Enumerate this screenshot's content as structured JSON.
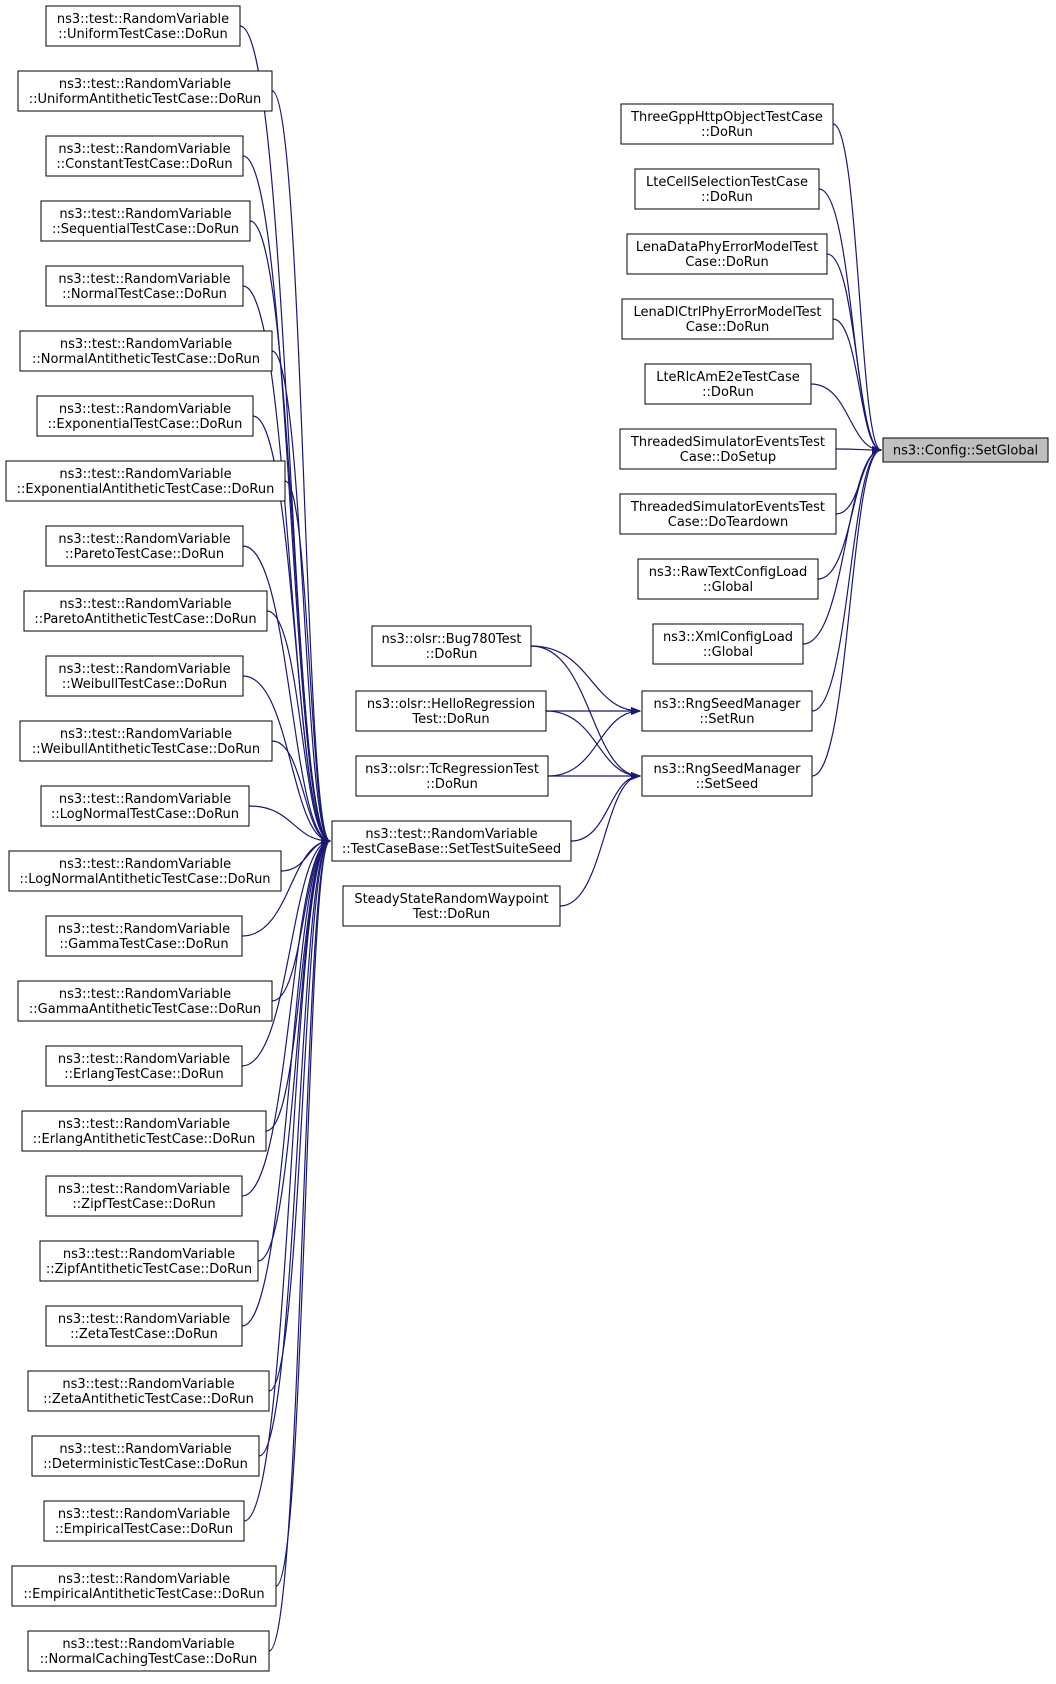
{
  "graph": {
    "colors": {
      "edge": "#191970",
      "node_border": "#000000",
      "root_fill": "#bfbfbf",
      "node_fill": "#ffffff"
    },
    "root": {
      "id": "setglobal",
      "lines": [
        "ns3::Config::SetGlobal"
      ]
    },
    "nodes": [
      {
        "id": "uniform",
        "lines": [
          "ns3::test::RandomVariable",
          "::UniformTestCase::DoRun"
        ]
      },
      {
        "id": "uniform_anti",
        "lines": [
          "ns3::test::RandomVariable",
          "::UniformAntitheticTestCase::DoRun"
        ]
      },
      {
        "id": "constant",
        "lines": [
          "ns3::test::RandomVariable",
          "::ConstantTestCase::DoRun"
        ]
      },
      {
        "id": "sequential",
        "lines": [
          "ns3::test::RandomVariable",
          "::SequentialTestCase::DoRun"
        ]
      },
      {
        "id": "normal",
        "lines": [
          "ns3::test::RandomVariable",
          "::NormalTestCase::DoRun"
        ]
      },
      {
        "id": "normal_anti",
        "lines": [
          "ns3::test::RandomVariable",
          "::NormalAntitheticTestCase::DoRun"
        ]
      },
      {
        "id": "exponential",
        "lines": [
          "ns3::test::RandomVariable",
          "::ExponentialTestCase::DoRun"
        ]
      },
      {
        "id": "exponential_anti",
        "lines": [
          "ns3::test::RandomVariable",
          "::ExponentialAntitheticTestCase::DoRun"
        ]
      },
      {
        "id": "pareto",
        "lines": [
          "ns3::test::RandomVariable",
          "::ParetoTestCase::DoRun"
        ]
      },
      {
        "id": "pareto_anti",
        "lines": [
          "ns3::test::RandomVariable",
          "::ParetoAntitheticTestCase::DoRun"
        ]
      },
      {
        "id": "weibull",
        "lines": [
          "ns3::test::RandomVariable",
          "::WeibullTestCase::DoRun"
        ]
      },
      {
        "id": "weibull_anti",
        "lines": [
          "ns3::test::RandomVariable",
          "::WeibullAntitheticTestCase::DoRun"
        ]
      },
      {
        "id": "lognormal",
        "lines": [
          "ns3::test::RandomVariable",
          "::LogNormalTestCase::DoRun"
        ]
      },
      {
        "id": "lognormal_anti",
        "lines": [
          "ns3::test::RandomVariable",
          "::LogNormalAntitheticTestCase::DoRun"
        ]
      },
      {
        "id": "gamma",
        "lines": [
          "ns3::test::RandomVariable",
          "::GammaTestCase::DoRun"
        ]
      },
      {
        "id": "gamma_anti",
        "lines": [
          "ns3::test::RandomVariable",
          "::GammaAntitheticTestCase::DoRun"
        ]
      },
      {
        "id": "erlang",
        "lines": [
          "ns3::test::RandomVariable",
          "::ErlangTestCase::DoRun"
        ]
      },
      {
        "id": "erlang_anti",
        "lines": [
          "ns3::test::RandomVariable",
          "::ErlangAntitheticTestCase::DoRun"
        ]
      },
      {
        "id": "zipf",
        "lines": [
          "ns3::test::RandomVariable",
          "::ZipfTestCase::DoRun"
        ]
      },
      {
        "id": "zipf_anti",
        "lines": [
          "ns3::test::RandomVariable",
          "::ZipfAntitheticTestCase::DoRun"
        ]
      },
      {
        "id": "zeta",
        "lines": [
          "ns3::test::RandomVariable",
          "::ZetaTestCase::DoRun"
        ]
      },
      {
        "id": "zeta_anti",
        "lines": [
          "ns3::test::RandomVariable",
          "::ZetaAntitheticTestCase::DoRun"
        ]
      },
      {
        "id": "deterministic",
        "lines": [
          "ns3::test::RandomVariable",
          "::DeterministicTestCase::DoRun"
        ]
      },
      {
        "id": "empirical",
        "lines": [
          "ns3::test::RandomVariable",
          "::EmpiricalTestCase::DoRun"
        ]
      },
      {
        "id": "empirical_anti",
        "lines": [
          "ns3::test::RandomVariable",
          "::EmpiricalAntitheticTestCase::DoRun"
        ]
      },
      {
        "id": "normal_caching",
        "lines": [
          "ns3::test::RandomVariable",
          "::NormalCachingTestCase::DoRun"
        ]
      },
      {
        "id": "suite_seed",
        "lines": [
          "ns3::test::RandomVariable",
          "::TestCaseBase::SetTestSuiteSeed"
        ]
      },
      {
        "id": "steady_state",
        "lines": [
          "SteadyStateRandomWaypoint",
          "Test::DoRun"
        ]
      },
      {
        "id": "bug780",
        "lines": [
          "ns3::olsr::Bug780Test",
          "::DoRun"
        ]
      },
      {
        "id": "hello_regression",
        "lines": [
          "ns3::olsr::HelloRegression",
          "Test::DoRun"
        ]
      },
      {
        "id": "tc_regression",
        "lines": [
          "ns3::olsr::TcRegressionTest",
          "::DoRun"
        ]
      },
      {
        "id": "set_run",
        "lines": [
          "ns3::RngSeedManager",
          "::SetRun"
        ]
      },
      {
        "id": "set_seed",
        "lines": [
          "ns3::RngSeedManager",
          "::SetSeed"
        ]
      },
      {
        "id": "three_gpp_http",
        "lines": [
          "ThreeGppHttpObjectTestCase",
          "::DoRun"
        ]
      },
      {
        "id": "lte_cell_selection",
        "lines": [
          "LteCellSelectionTestCase",
          "::DoRun"
        ]
      },
      {
        "id": "lena_data_phy",
        "lines": [
          "LenaDataPhyErrorModelTest",
          "Case::DoRun"
        ]
      },
      {
        "id": "lena_dlctrl_phy",
        "lines": [
          "LenaDlCtrlPhyErrorModelTest",
          "Case::DoRun"
        ]
      },
      {
        "id": "lte_rlc_am",
        "lines": [
          "LteRlcAmE2eTestCase",
          "::DoRun"
        ]
      },
      {
        "id": "threaded_setup",
        "lines": [
          "ThreadedSimulatorEventsTest",
          "Case::DoSetup"
        ]
      },
      {
        "id": "threaded_teardown",
        "lines": [
          "ThreadedSimulatorEventsTest",
          "Case::DoTeardown"
        ]
      },
      {
        "id": "raw_text_config",
        "lines": [
          "ns3::RawTextConfigLoad",
          "::Global"
        ]
      },
      {
        "id": "xml_config",
        "lines": [
          "ns3::XmlConfigLoad",
          "::Global"
        ]
      }
    ],
    "edges": [
      [
        "uniform",
        "suite_seed"
      ],
      [
        "uniform_anti",
        "suite_seed"
      ],
      [
        "constant",
        "suite_seed"
      ],
      [
        "sequential",
        "suite_seed"
      ],
      [
        "normal",
        "suite_seed"
      ],
      [
        "normal_anti",
        "suite_seed"
      ],
      [
        "exponential",
        "suite_seed"
      ],
      [
        "exponential_anti",
        "suite_seed"
      ],
      [
        "pareto",
        "suite_seed"
      ],
      [
        "pareto_anti",
        "suite_seed"
      ],
      [
        "weibull",
        "suite_seed"
      ],
      [
        "weibull_anti",
        "suite_seed"
      ],
      [
        "lognormal",
        "suite_seed"
      ],
      [
        "lognormal_anti",
        "suite_seed"
      ],
      [
        "gamma",
        "suite_seed"
      ],
      [
        "gamma_anti",
        "suite_seed"
      ],
      [
        "erlang",
        "suite_seed"
      ],
      [
        "erlang_anti",
        "suite_seed"
      ],
      [
        "zipf",
        "suite_seed"
      ],
      [
        "zipf_anti",
        "suite_seed"
      ],
      [
        "zeta",
        "suite_seed"
      ],
      [
        "zeta_anti",
        "suite_seed"
      ],
      [
        "deterministic",
        "suite_seed"
      ],
      [
        "empirical",
        "suite_seed"
      ],
      [
        "empirical_anti",
        "suite_seed"
      ],
      [
        "normal_caching",
        "suite_seed"
      ],
      [
        "bug780",
        "set_run"
      ],
      [
        "bug780",
        "set_seed"
      ],
      [
        "hello_regression",
        "set_run"
      ],
      [
        "hello_regression",
        "set_seed"
      ],
      [
        "tc_regression",
        "set_run"
      ],
      [
        "tc_regression",
        "set_seed"
      ],
      [
        "suite_seed",
        "set_seed"
      ],
      [
        "steady_state",
        "set_seed"
      ],
      [
        "three_gpp_http",
        "setglobal"
      ],
      [
        "lte_cell_selection",
        "setglobal"
      ],
      [
        "lena_data_phy",
        "setglobal"
      ],
      [
        "lena_dlctrl_phy",
        "setglobal"
      ],
      [
        "lte_rlc_am",
        "setglobal"
      ],
      [
        "threaded_setup",
        "setglobal"
      ],
      [
        "threaded_teardown",
        "setglobal"
      ],
      [
        "raw_text_config",
        "setglobal"
      ],
      [
        "xml_config",
        "setglobal"
      ],
      [
        "set_run",
        "setglobal"
      ],
      [
        "set_seed",
        "setglobal"
      ]
    ]
  }
}
